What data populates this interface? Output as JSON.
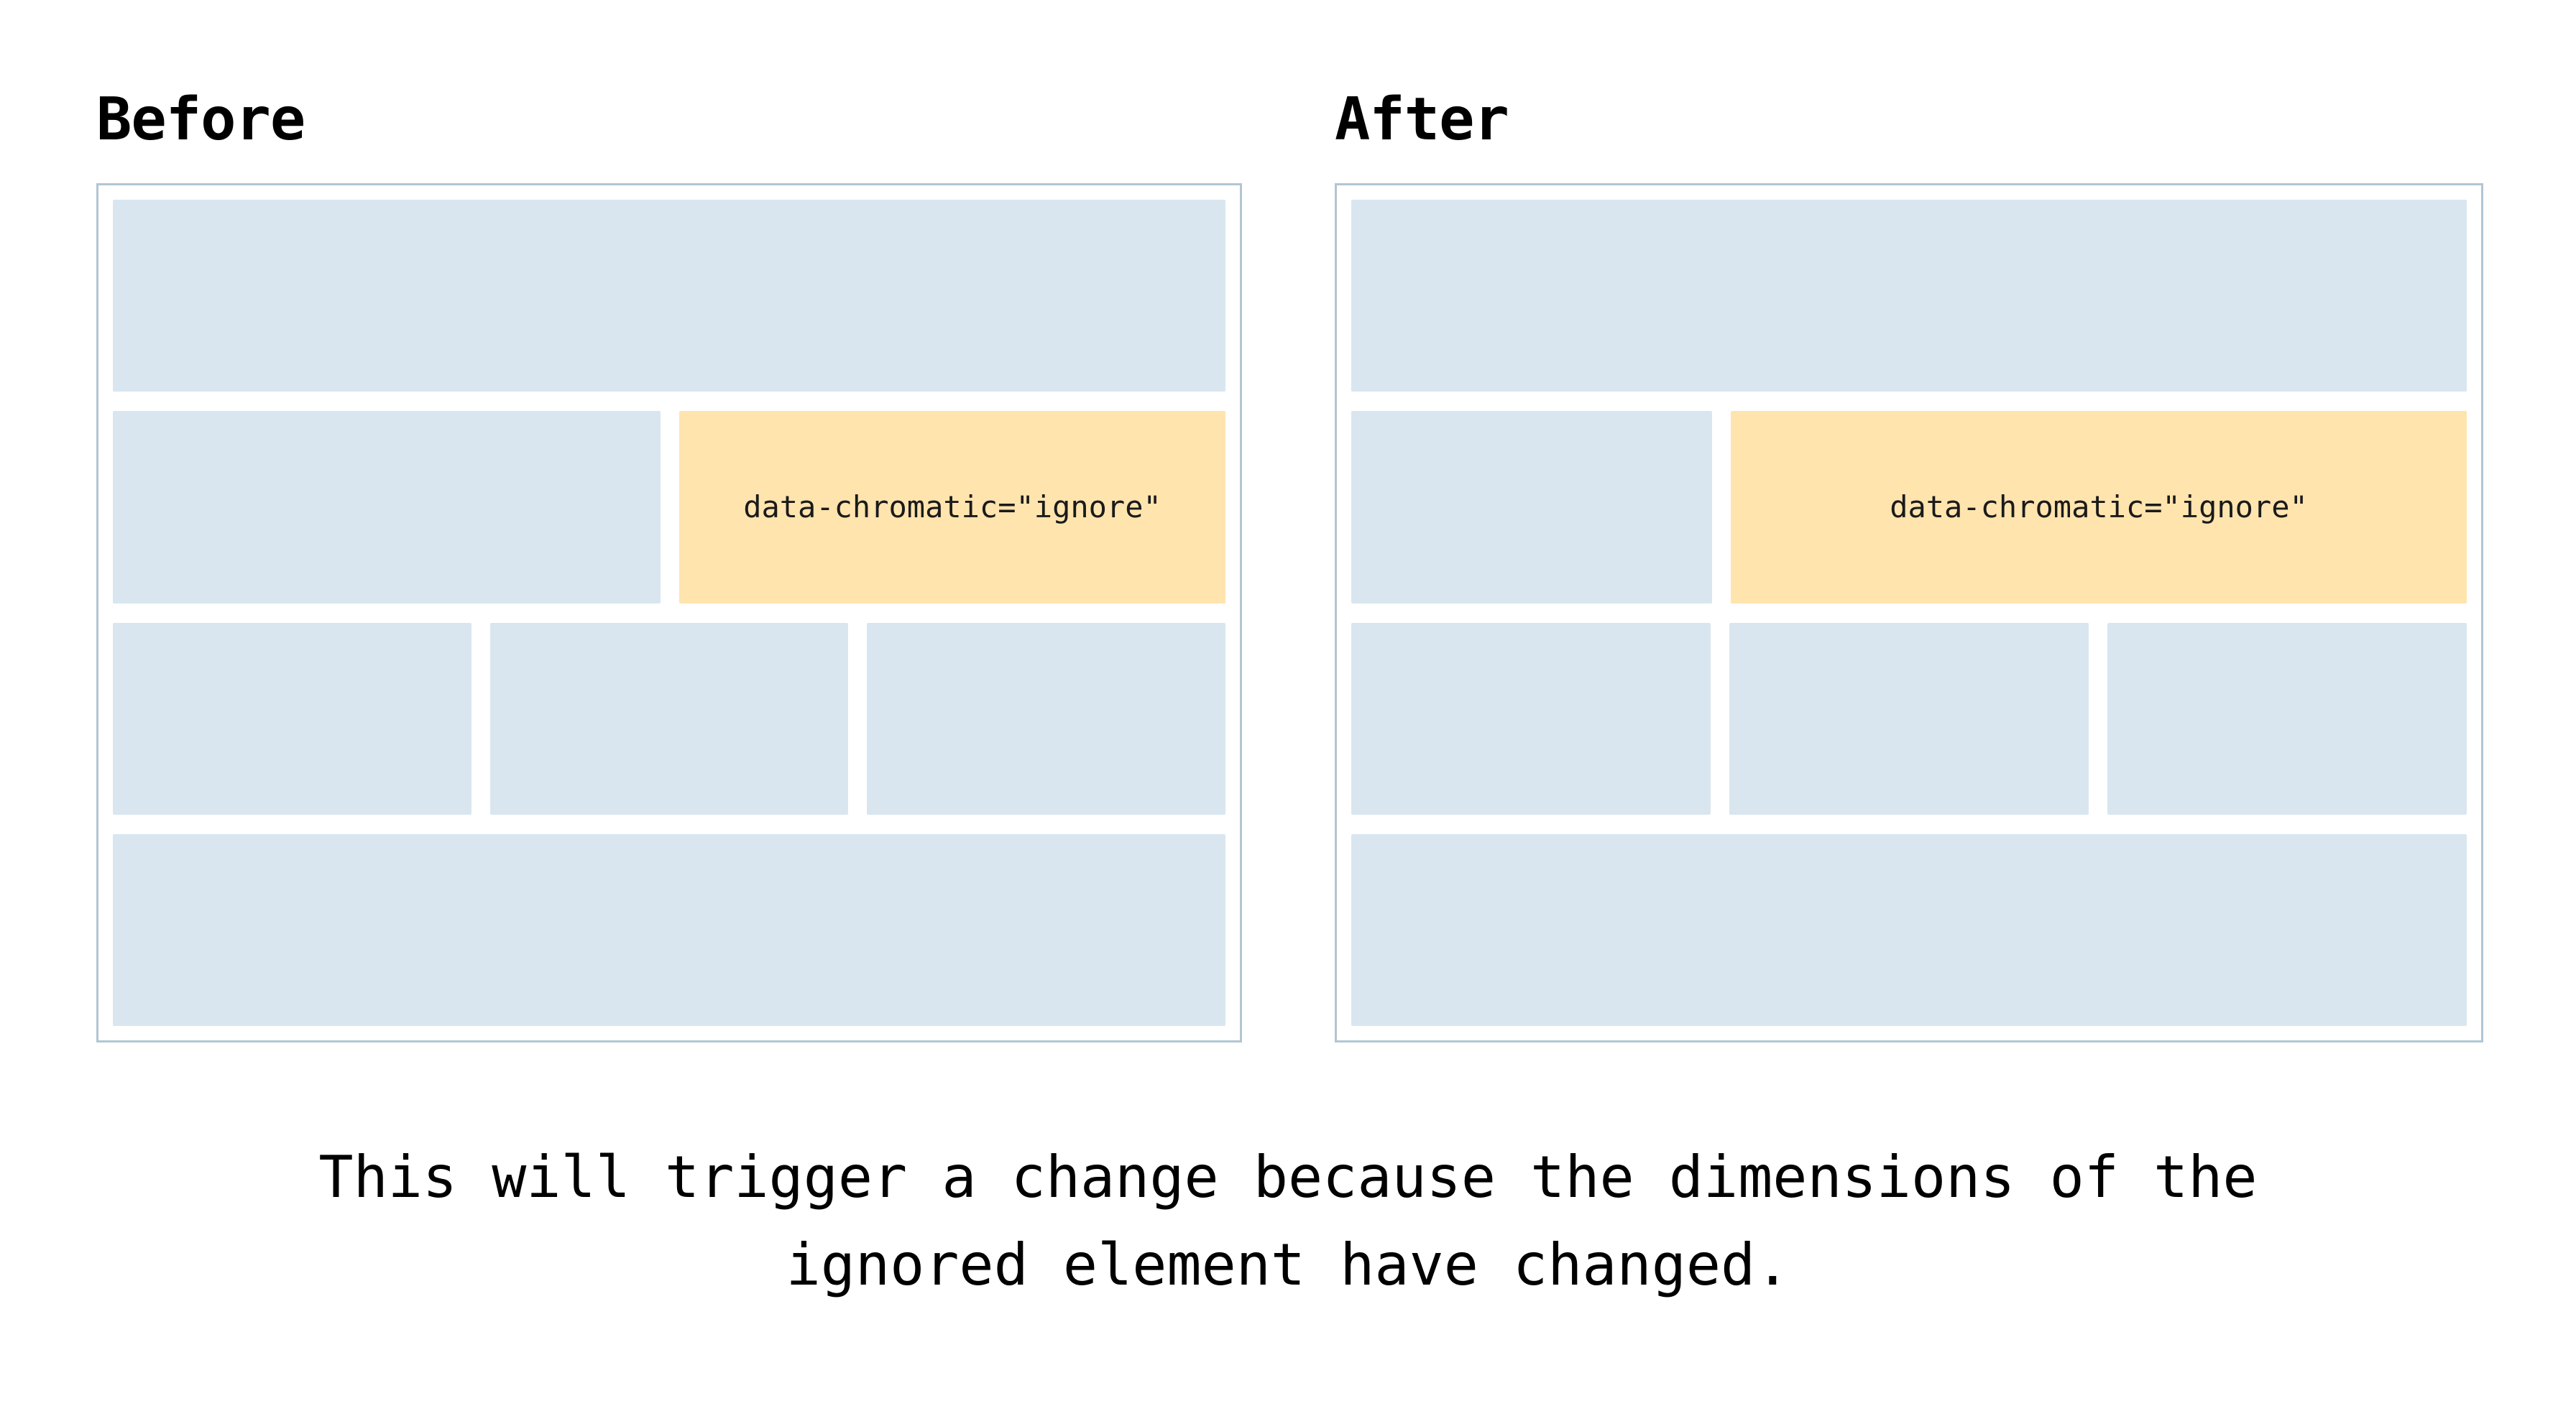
{
  "titles": {
    "before": "Before",
    "after": "After"
  },
  "ignored_element": {
    "label": "data-chromatic=\"ignore\""
  },
  "caption": {
    "line1": "This will trigger a change because the dimensions of the",
    "line2": "ignored element have changed."
  },
  "colors": {
    "placeholder_block": "#d9e6ef",
    "ignored_block": "#ffe4ae",
    "panel_border": "#b2c6d3",
    "background": "#ffffff",
    "text": "#000000"
  }
}
